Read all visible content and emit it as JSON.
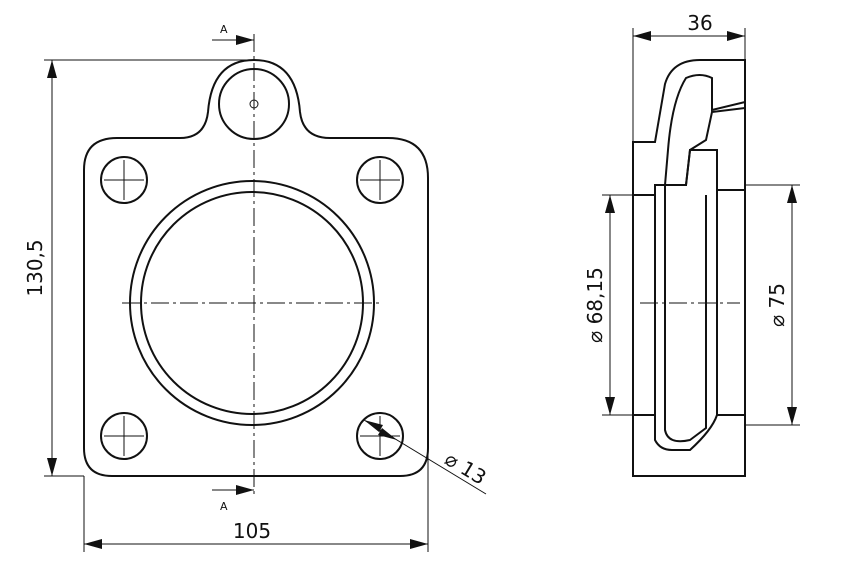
{
  "dimensions": {
    "height": "130,5",
    "width": "105",
    "thickness": "36",
    "inner_diameter": "⌀ 68,15",
    "outer_diameter": "⌀ 75",
    "hole_diameter": "⌀ 13"
  },
  "section": {
    "label_top": "A",
    "label_bottom": "A"
  }
}
